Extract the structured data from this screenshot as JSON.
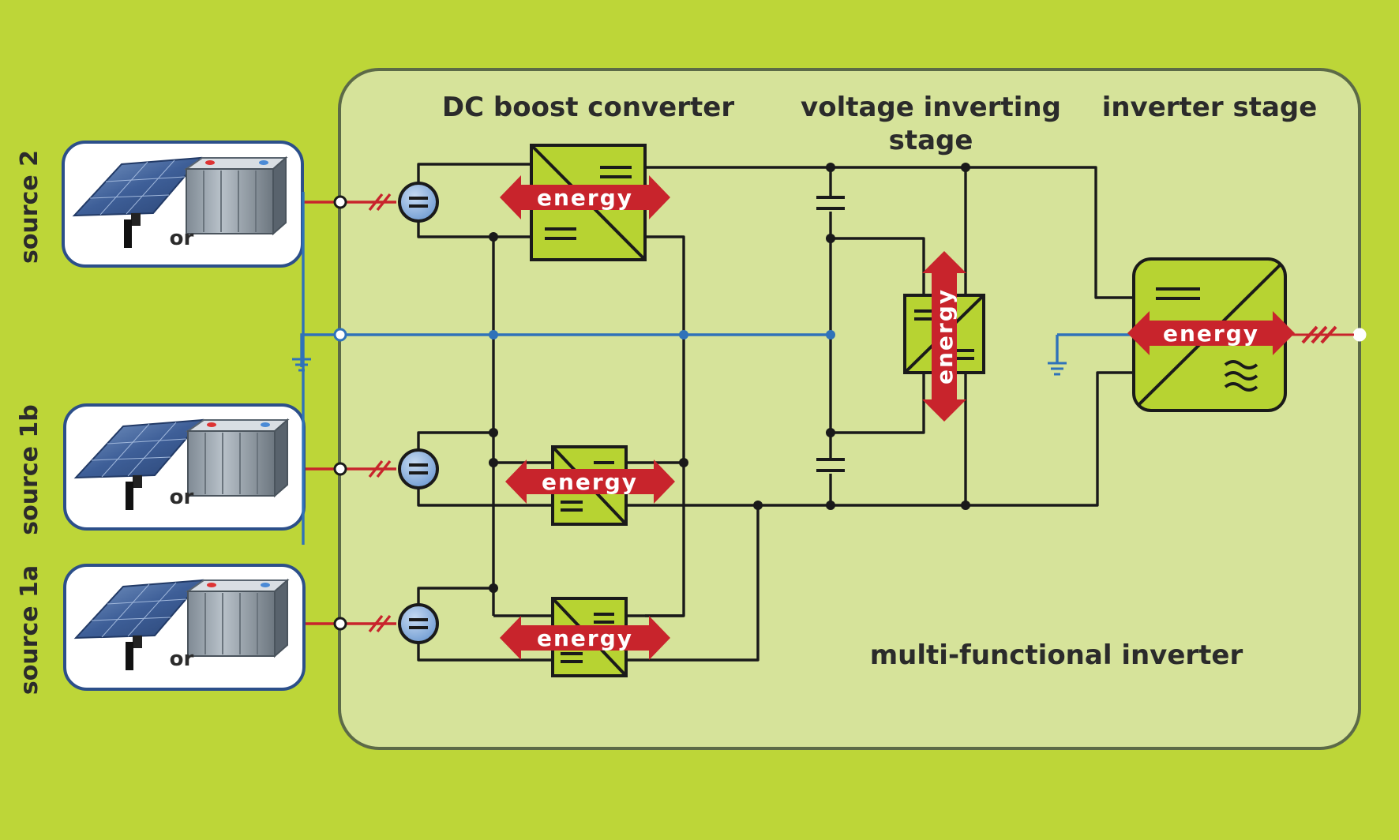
{
  "stages": {
    "dc_boost": "DC boost converter",
    "voltage_inverting_line1": "voltage inverting",
    "voltage_inverting_line2": "stage",
    "inverter": "inverter stage"
  },
  "box_label": "multi-functional inverter",
  "sources": [
    {
      "label": "source 2",
      "or": "or"
    },
    {
      "label": "source 1b",
      "or": "or"
    },
    {
      "label": "source 1a",
      "or": "or"
    }
  ],
  "energy_label": "energy",
  "colors": {
    "background": "#bdd638",
    "panel": "#d6e39a",
    "converter": "#b7d332",
    "energy_arrow": "#c8242c",
    "ground_wire": "#2f72b9",
    "source_wire": "#c8242c"
  },
  "icons": [
    "solar-panel-icon",
    "battery-icon",
    "dc-source-icon",
    "ground-icon",
    "capacitor-icon",
    "converter-icon",
    "ac-output-icon"
  ]
}
